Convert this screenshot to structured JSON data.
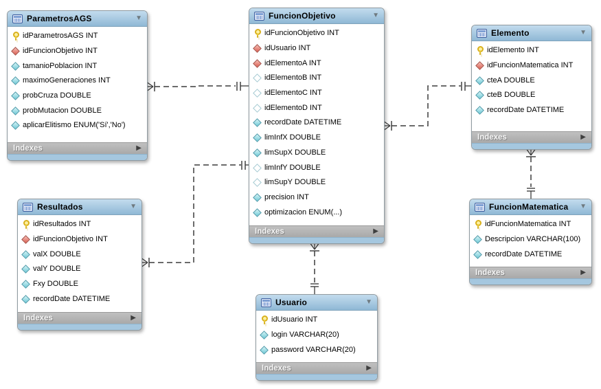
{
  "diagram": {
    "tables": [
      {
        "name": "ParametrosAGS",
        "footer_label": "Indexes",
        "fields": [
          {
            "icon": "primary-key-icon",
            "text": "idParametrosAGS INT"
          },
          {
            "icon": "foreign-key-icon",
            "text": "idFuncionObjetivo INT"
          },
          {
            "icon": "column-icon",
            "text": "tamanioPoblacion INT"
          },
          {
            "icon": "column-icon",
            "text": "maximoGeneraciones INT"
          },
          {
            "icon": "column-icon",
            "text": "probCruza DOUBLE"
          },
          {
            "icon": "column-icon",
            "text": "probMutacion DOUBLE"
          },
          {
            "icon": "column-icon",
            "text": "aplicarElitismo ENUM('Sí','No')"
          }
        ]
      },
      {
        "name": "FuncionObjetivo",
        "footer_label": "Indexes",
        "fields": [
          {
            "icon": "primary-key-icon",
            "text": "idFuncionObjetivo INT"
          },
          {
            "icon": "foreign-key-icon",
            "text": "idUsuario INT"
          },
          {
            "icon": "foreign-key-icon",
            "text": "idElementoA INT"
          },
          {
            "icon": "column-nullable-icon",
            "text": "idElementoB INT"
          },
          {
            "icon": "column-nullable-icon",
            "text": "idElementoC INT"
          },
          {
            "icon": "column-nullable-icon",
            "text": "idElementoD INT"
          },
          {
            "icon": "column-icon",
            "text": "recordDate DATETIME"
          },
          {
            "icon": "column-icon",
            "text": "limInfX DOUBLE"
          },
          {
            "icon": "column-icon",
            "text": "limSupX DOUBLE"
          },
          {
            "icon": "column-nullable-icon",
            "text": "limInfY DOUBLE"
          },
          {
            "icon": "column-nullable-icon",
            "text": "limSupY DOUBLE"
          },
          {
            "icon": "column-icon",
            "text": "precision INT"
          },
          {
            "icon": "column-icon",
            "text": "optimizacion ENUM(...)"
          }
        ]
      },
      {
        "name": "Elemento",
        "footer_label": "Indexes",
        "fields": [
          {
            "icon": "primary-key-icon",
            "text": "idElemento INT"
          },
          {
            "icon": "foreign-key-icon",
            "text": "idFuncionMatematica INT"
          },
          {
            "icon": "column-icon",
            "text": "cteA DOUBLE"
          },
          {
            "icon": "column-icon",
            "text": "cteB DOUBLE"
          },
          {
            "icon": "column-icon",
            "text": "recordDate DATETIME"
          }
        ]
      },
      {
        "name": "Resultados",
        "footer_label": "Indexes",
        "fields": [
          {
            "icon": "primary-key-icon",
            "text": "idResultados INT"
          },
          {
            "icon": "foreign-key-icon",
            "text": "idFuncionObjetivo INT"
          },
          {
            "icon": "column-icon",
            "text": "valX DOUBLE"
          },
          {
            "icon": "column-icon",
            "text": "valY DOUBLE"
          },
          {
            "icon": "column-icon",
            "text": "Fxy DOUBLE"
          },
          {
            "icon": "column-icon",
            "text": "recordDate DATETIME"
          }
        ]
      },
      {
        "name": "FuncionMatematica",
        "footer_label": "Indexes",
        "fields": [
          {
            "icon": "primary-key-icon",
            "text": "idFuncionMatematica INT"
          },
          {
            "icon": "column-icon",
            "text": "Descripcion VARCHAR(100)"
          },
          {
            "icon": "column-icon",
            "text": "recordDate DATETIME"
          }
        ]
      },
      {
        "name": "Usuario",
        "footer_label": "Indexes",
        "fields": [
          {
            "icon": "primary-key-icon",
            "text": "idUsuario INT"
          },
          {
            "icon": "column-icon",
            "text": "login VARCHAR(20)"
          },
          {
            "icon": "column-icon",
            "text": "password VARCHAR(20)"
          }
        ]
      }
    ],
    "relationships": [
      {
        "from": "ParametrosAGS",
        "to": "FuncionObjetivo",
        "from_cardinality": "many",
        "to_cardinality": "one",
        "line_style": "dashed"
      },
      {
        "from": "FuncionObjetivo",
        "to": "Elemento",
        "from_cardinality": "many",
        "to_cardinality": "one",
        "line_style": "dashed"
      },
      {
        "from": "Resultados",
        "to": "FuncionObjetivo",
        "from_cardinality": "many",
        "to_cardinality": "one",
        "line_style": "dashed"
      },
      {
        "from": "FuncionObjetivo",
        "to": "Usuario",
        "from_cardinality": "many",
        "to_cardinality": "one",
        "line_style": "dashed"
      },
      {
        "from": "Elemento",
        "to": "FuncionMatematica",
        "from_cardinality": "many",
        "to_cardinality": "one",
        "line_style": "dashed"
      }
    ],
    "colors": {
      "header_blue_top": "#c3dcee",
      "header_blue_bottom": "#8fb8d5",
      "footer_gray": "#b3b3b3",
      "bottom_strip_blue": "#a5c7df",
      "primary_key_yellow": "#f0d040",
      "foreign_key_red": "#d95f52",
      "column_cyan": "#6fc9d6",
      "relationship_line": "#3a3a3a"
    }
  }
}
